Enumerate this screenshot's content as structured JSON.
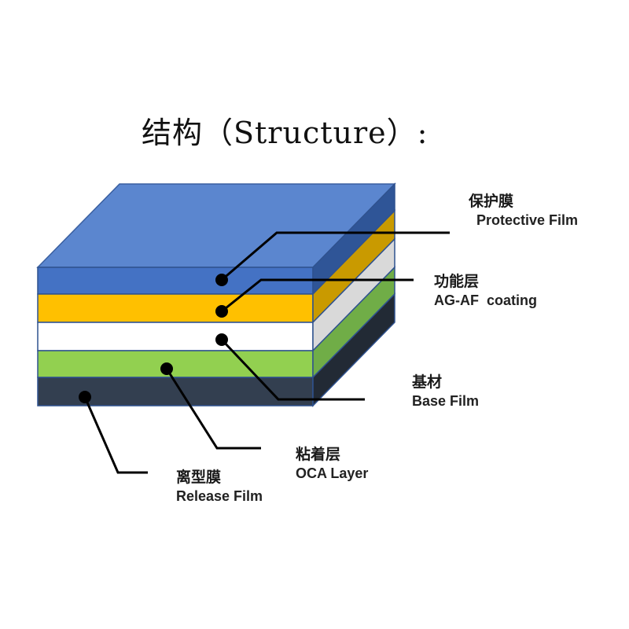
{
  "title": "结构（Structure）:",
  "colors": {
    "protective_film": "#4472C4",
    "ag_af_coating": "#FFC000",
    "base_film": "#FFFFFF",
    "oca_layer": "#92D050",
    "release_film": "#333F50"
  },
  "labels": {
    "protective": {
      "zh": "保护膜",
      "en": "Protective Film"
    },
    "agaf": {
      "zh": "功能层",
      "en": "AG-AF  coating"
    },
    "base": {
      "zh": "基材",
      "en": "Base Film"
    },
    "oca": {
      "zh": "粘着层",
      "en": "OCA Layer"
    },
    "release": {
      "zh": "离型膜",
      "en": "Release Film"
    }
  }
}
